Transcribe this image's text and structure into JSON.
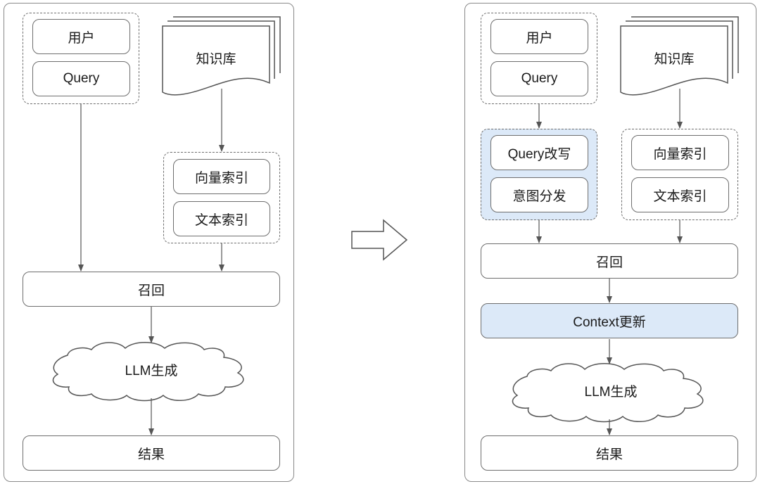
{
  "left": {
    "user": "用户",
    "query": "Query",
    "kb": "知识库",
    "vector_index": "向量索引",
    "text_index": "文本索引",
    "recall": "召回",
    "llm": "LLM生成",
    "result": "结果"
  },
  "right": {
    "user": "用户",
    "query": "Query",
    "kb": "知识库",
    "query_rewrite": "Query改写",
    "intent": "意图分发",
    "vector_index": "向量索引",
    "text_index": "文本索引",
    "recall": "召回",
    "context": "Context更新",
    "llm": "LLM生成",
    "result": "结果"
  },
  "colors": {
    "highlight_fill": "#dce9f8",
    "stroke": "#6e6e6e",
    "arrow": "#555555"
  }
}
